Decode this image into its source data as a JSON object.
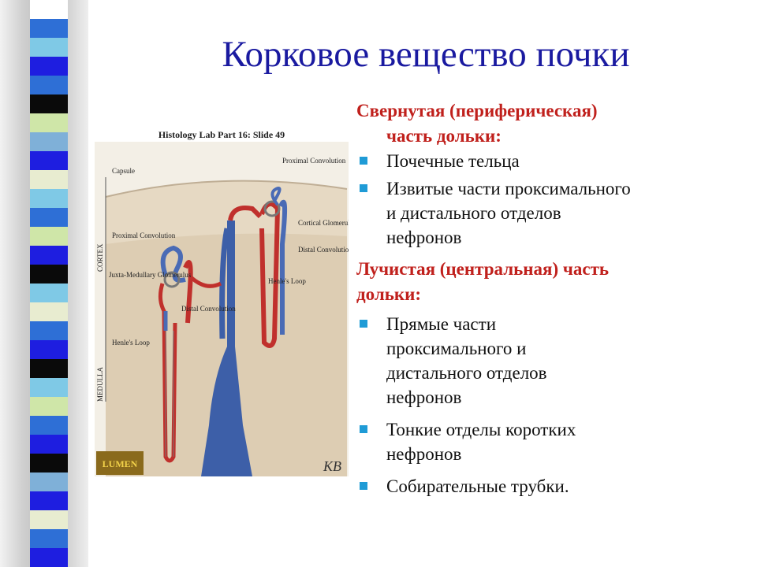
{
  "slide": {
    "title": "Корковое вещество почки"
  },
  "figure": {
    "caption": "Histology Lab Part 16: Slide 49",
    "labels": {
      "capsule": "Capsule",
      "cortex": "CORTEX",
      "medulla": "MEDULLA",
      "proximal_convolution_top": "Proximal Convolution",
      "proximal_convolution_left": "Proximal Convolution",
      "cortical_glomerulus": "Cortical Glomerulus",
      "distal_convolution_right": "Distal Convolution",
      "juxta_medullary": "Juxta-Medullary Glomerulus",
      "distal_convolution_left": "Distal Convolution",
      "henles_loop_right": "Henle's Loop",
      "henles_loop_left": "Henle's Loop",
      "lumen_logo": "LUMEN",
      "signature": "KB"
    }
  },
  "content": {
    "section1": {
      "heading_line1": "Свернутая (периферическая)",
      "heading_line2": "часть дольки:",
      "items": [
        {
          "lines": [
            "Почечные тельца"
          ]
        },
        {
          "lines": [
            "Извитые части проксимального",
            "и дистального отделов",
            "нефронов"
          ]
        }
      ]
    },
    "section2": {
      "heading_line1": "Лучистая (центральная) часть",
      "heading_line2": "дольки:",
      "items": [
        {
          "lines": [
            "Прямые части",
            "проксимального и",
            "дистального отделов",
            "нефронов"
          ]
        },
        {
          "lines": [
            "Тонкие отделы коротких",
            "нефронов"
          ]
        },
        {
          "lines": [
            "Собирательные трубки."
          ]
        }
      ]
    }
  },
  "colors": {
    "title": "#1a1aa0",
    "heading": "#c0201c",
    "bullet": "#1f9bd6",
    "stripes": [
      "#ffffff",
      "#2e6fd6",
      "#7fc9e6",
      "#1e1ee0",
      "#2e6fd6",
      "#0a0a0a",
      "#cfe6a8",
      "#7fb0d8",
      "#1e1ee0",
      "#e8ecd0",
      "#7fc9e6",
      "#2e6fd6",
      "#cfe6a8",
      "#1e1ee0",
      "#0a0a0a",
      "#7fc9e6",
      "#e8ecd0",
      "#2e6fd6",
      "#1e1ee0",
      "#0a0a0a",
      "#7fc9e6",
      "#cfe6a8",
      "#2e6fd6",
      "#1e1ee0",
      "#0a0a0a",
      "#7fb0d8",
      "#1e1ee0",
      "#e8ecd0",
      "#2e6fd6",
      "#1e1ee0"
    ]
  }
}
